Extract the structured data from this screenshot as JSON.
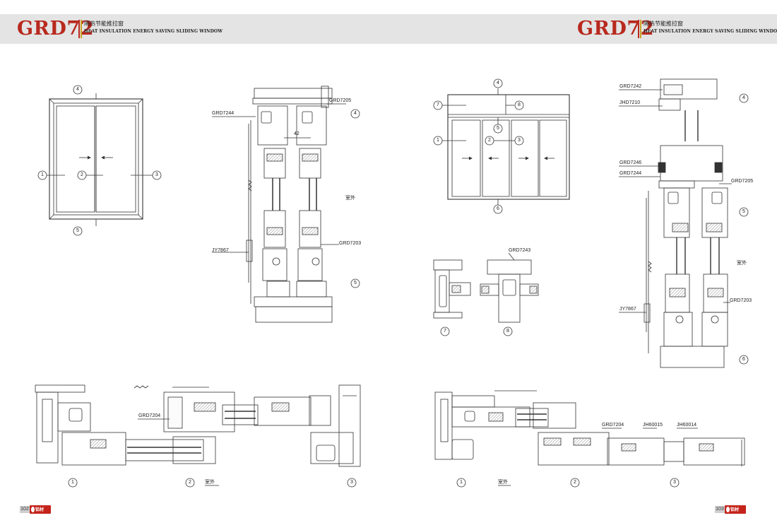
{
  "header": {
    "model": "GRD72",
    "subtitle_cn": "隔热节能推拉窗",
    "subtitle_en": "HEAT INSULATION ENERGY SAVING SLIDING WINDOW"
  },
  "left_page": {
    "page_number": "102",
    "elevation_markers": [
      "1",
      "2",
      "3",
      "4",
      "5"
    ],
    "section_markers": [
      "4",
      "5"
    ],
    "bottom_markers": [
      "1",
      "2",
      "3"
    ],
    "labels": {
      "grd7205": "GRD7205",
      "grd7244": "GRD7244",
      "dim42": "42",
      "outdoor_v": "室外",
      "grd7203": "GRD7203",
      "jy7867": "JY7867",
      "grd7204": "GRD7204",
      "outdoor_h": "室外"
    }
  },
  "right_page": {
    "page_number": "103",
    "elevation_markers": [
      "1",
      "2",
      "3",
      "4",
      "5",
      "6",
      "7",
      "8"
    ],
    "section_markers": [
      "4",
      "5",
      "6"
    ],
    "detail_markers": [
      "7",
      "8"
    ],
    "bottom_markers": [
      "1",
      "2",
      "3"
    ],
    "labels": {
      "grd7242": "GRD7242",
      "jhd7210": "JHD7210",
      "grd7246": "GRD7246",
      "grd7244": "GRD7244",
      "grd7205": "GRD7205",
      "outdoor_v": "室外",
      "grd7203": "GRD7203",
      "jy7867": "JY7867",
      "grd7243": "GRD7243",
      "grd7204": "GRD7204",
      "jh60015": "JH60015",
      "jh60014": "JH60014",
      "outdoor_h": "室外"
    }
  },
  "colors": {
    "brand_red": "#b8291e",
    "header_bg": "#e4e4e4",
    "bar_gold": "#c9a227",
    "line": "#333333"
  }
}
